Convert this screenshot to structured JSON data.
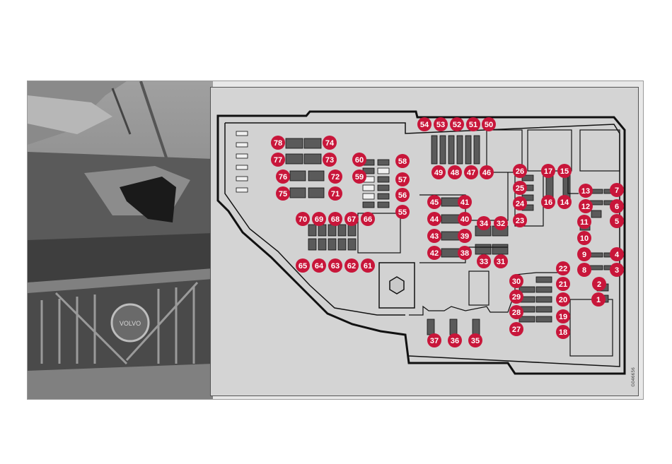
{
  "figure": {
    "image_id": "G046656",
    "photo": {
      "description": "Volvo car with bonnet open, front grille with Volvo emblem, fuse box cover location highlighted in black",
      "emblem_text": "VOLVO"
    },
    "fuse_numbers": [
      "1",
      "2",
      "3",
      "4",
      "5",
      "6",
      "7",
      "8",
      "9",
      "10",
      "11",
      "12",
      "13",
      "14",
      "15",
      "16",
      "17",
      "18",
      "19",
      "20",
      "21",
      "22",
      "23",
      "24",
      "25",
      "26",
      "27",
      "28",
      "29",
      "30",
      "31",
      "32",
      "33",
      "34",
      "35",
      "36",
      "37",
      "38",
      "39",
      "40",
      "41",
      "42",
      "43",
      "44",
      "45",
      "46",
      "47",
      "48",
      "49",
      "50",
      "51",
      "52",
      "53",
      "54",
      "55",
      "56",
      "57",
      "58",
      "59",
      "60",
      "61",
      "62",
      "63",
      "64",
      "65",
      "66",
      "67",
      "68",
      "69",
      "70",
      "71",
      "72",
      "73",
      "74",
      "75",
      "76",
      "77",
      "78"
    ],
    "colors": {
      "marker": "#c8163a",
      "panel": "#d4d4d4",
      "fuse": "#5a5a5a",
      "outline": "#111111"
    }
  }
}
